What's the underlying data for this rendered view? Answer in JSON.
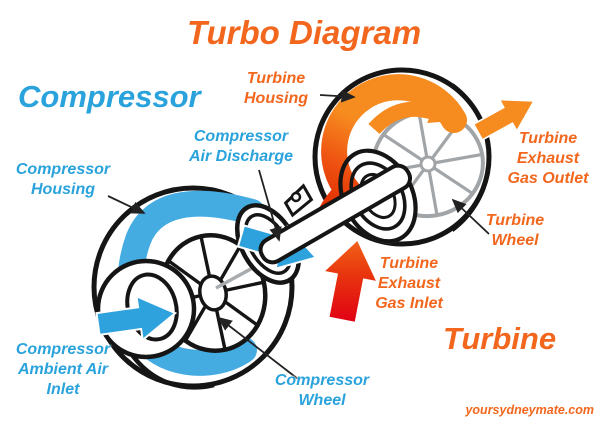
{
  "title": "Turbo Diagram",
  "headings": {
    "compressor": "Compressor",
    "turbine": "Turbine"
  },
  "labels": {
    "turbine_housing": {
      "lines": [
        "Turbine",
        "Housing"
      ]
    },
    "compressor_air_discharge": {
      "lines": [
        "Compressor",
        "Air Discharge"
      ]
    },
    "compressor_housing": {
      "lines": [
        "Compressor",
        "Housing"
      ]
    },
    "turbine_exhaust_gas_outlet": {
      "lines": [
        "Turbine",
        "Exhaust",
        "Gas Outlet"
      ]
    },
    "turbine_wheel": {
      "lines": [
        "Turbine",
        "Wheel"
      ]
    },
    "turbine_exhaust_gas_inlet": {
      "lines": [
        "Turbine",
        "Exhaust",
        "Gas Inlet"
      ]
    },
    "compressor_ambient_air_inlet": {
      "lines": [
        "Compressor",
        "Ambient Air",
        "Inlet"
      ]
    },
    "compressor_wheel": {
      "lines": [
        "Compressor",
        "Wheel"
      ]
    }
  },
  "watermark": "yoursydneymate.com",
  "colors": {
    "text_orange": "#F2671D",
    "text_blue": "#2AA3DC",
    "band_blue": "#45ACE2",
    "arrow_blue": "#2EA2DD",
    "band_orange": "#F68B1F",
    "inlet_red": "#E10014",
    "wheel_gray": "#A2A5A8",
    "outline_black": "#151515",
    "bg": "#FFFFFF"
  },
  "diagram": {
    "components": [
      "compressor-housing",
      "compressor-wheel",
      "compressor-inlet-cone",
      "air-discharge-port",
      "connecting-shaft",
      "turbine-housing",
      "turbine-wheel",
      "turbine-volute-rings"
    ],
    "flow_arrows": [
      {
        "name": "ambient-air-inlet-arrow",
        "color": "#2EA2DD",
        "direction": "right-into-compressor"
      },
      {
        "name": "compressor-scroll-flow",
        "color": "#45ACE2",
        "direction": "around-compressor"
      },
      {
        "name": "air-discharge-arrow",
        "color": "#2EA2DD",
        "direction": "down-right-out-of-port"
      },
      {
        "name": "exhaust-gas-inlet-arrow",
        "color": "#E10014",
        "direction": "up-into-turbine"
      },
      {
        "name": "turbine-scroll-flow",
        "color": "#F68B1F",
        "direction": "around-turbine"
      },
      {
        "name": "exhaust-gas-outlet-arrow",
        "color": "#F68B1F",
        "direction": "up-right-out-of-turbine"
      }
    ]
  }
}
